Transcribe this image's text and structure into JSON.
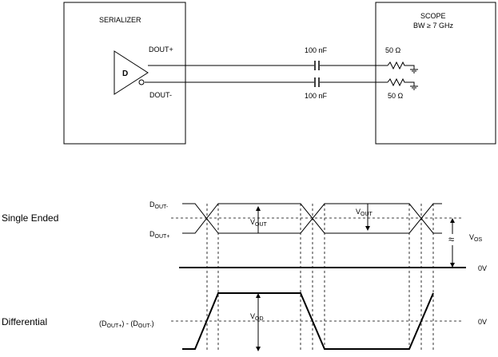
{
  "circuit": {
    "serializer_label": "SERIALIZER",
    "driver_label": "D",
    "dout_plus": "DOUT+",
    "dout_minus": "DOUT-",
    "cap_top": "100 nF",
    "cap_bottom": "100 nF",
    "scope_line1": "SCOPE",
    "scope_line2": "BW ≥ 7 GHz",
    "res_top": "50 Ω",
    "res_bottom": "50 Ω"
  },
  "waveforms": {
    "single_ended_label": "Single Ended",
    "differential_label": "Differential",
    "sig_minus_main": "D",
    "sig_minus_sub": "OUT-",
    "sig_plus_main": "D",
    "sig_plus_sub": "OUT+",
    "vout_main": "V",
    "vout_sub": "OUT",
    "vos_main": "V",
    "vos_sub": "OS",
    "zero_v_top": "0V",
    "diff_expr_a": "(D",
    "diff_expr_a_sub": "OUT+",
    "diff_expr_mid": ") - (D",
    "diff_expr_b_sub": "OUT-",
    "diff_expr_end": ")",
    "vod_main": "V",
    "vod_sub": "OD",
    "zero_v_bottom": "0V",
    "break_symbol": "≈"
  }
}
